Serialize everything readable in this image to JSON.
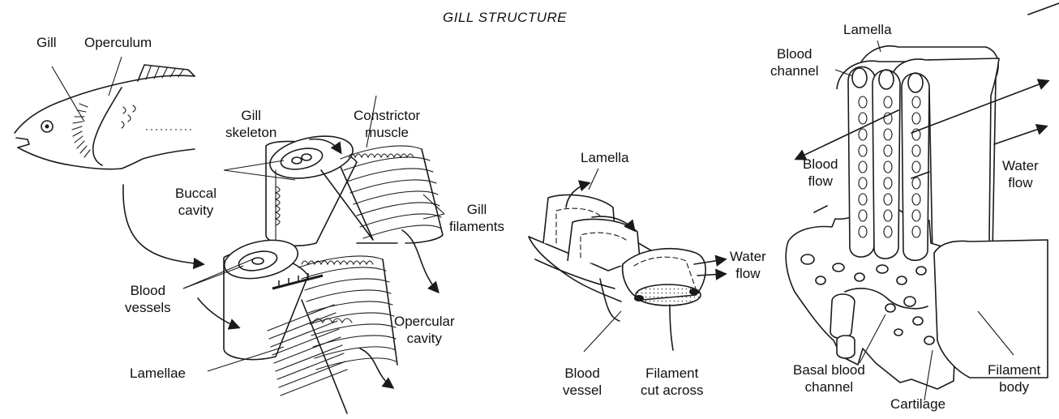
{
  "title": "GILL STRUCTURE",
  "labels": {
    "gill": "Gill",
    "operculum": "Operculum",
    "gill_skeleton": "Gill\nskeleton",
    "constrictor_muscle": "Constrictor\nmuscle",
    "buccal_cavity": "Buccal\ncavity",
    "gill_filaments": "Gill\nfilaments",
    "blood_vessels": "Blood\nvessels",
    "opercular_cavity": "Opercular\ncavity",
    "lamellae": "Lamellae",
    "lamella_mid": "Lamella",
    "water_flow_mid": "Water\nflow",
    "blood_vessel_mid": "Blood\nvessel",
    "filament_cut_across": "Filament\ncut across",
    "lamella_right": "Lamella",
    "blood_channel": "Blood\nchannel",
    "blood_flow": "Blood\nflow",
    "water_flow_right": "Water\nflow",
    "basal_blood_channel": "Basal blood\nchannel",
    "cartilage": "Cartilage",
    "filament_body": "Filament\nbody"
  }
}
